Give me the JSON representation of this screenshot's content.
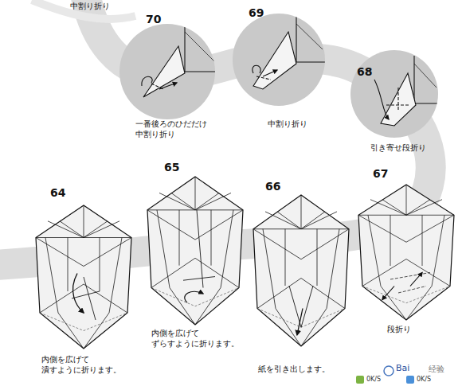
{
  "diagram": {
    "labels": [
      "中割り折り",
      "70",
      "69",
      "68",
      "一番後ろのひだだけ 中割り折り",
      "中割り折り",
      "引き寄せ段折り",
      "64",
      "65",
      "66",
      "67",
      "内側を広げて 潰すように折ります。",
      "内側を広げて ずらすように折ります。",
      "紙を引き出します。",
      "段折り",
      "Bai",
      "经验",
      "0K/S",
      "0K/S"
    ]
  }
}
